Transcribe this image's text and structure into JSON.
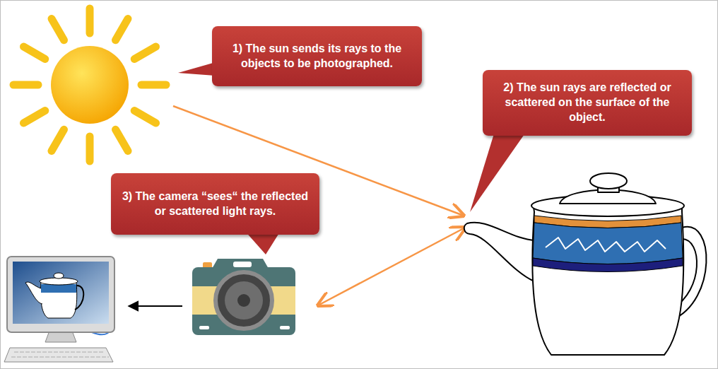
{
  "diagram": {
    "nodes": [
      {
        "text": [
          "1) The sun sends its rays to the objects to be photographed."
        ]
      },
      {
        "text": [
          "2) The sun rays are reflected or scattered on the surface of the object."
        ]
      },
      {
        "text": [
          "3) The camera “sees“ the reflected or scattered light rays."
        ]
      }
    ]
  }
}
